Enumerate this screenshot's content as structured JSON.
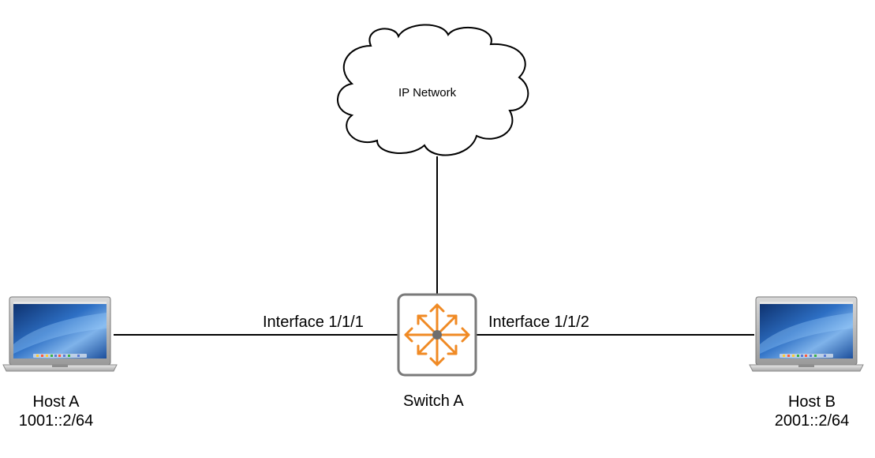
{
  "cloud": {
    "label": "IP Network",
    "icon": "cloud-icon"
  },
  "switch": {
    "label": "Switch A",
    "icon": "switch-icon",
    "accent_color": "#f08a24",
    "frame_color": "#7a7a7a",
    "interfaces": [
      {
        "label": "Interface 1/1/1"
      },
      {
        "label": "Interface 1/1/2"
      }
    ]
  },
  "hosts": [
    {
      "name": "Host A",
      "address": "1001::2/64",
      "icon": "laptop-icon"
    },
    {
      "name": "Host B",
      "address": "2001::2/64",
      "icon": "laptop-icon"
    }
  ]
}
